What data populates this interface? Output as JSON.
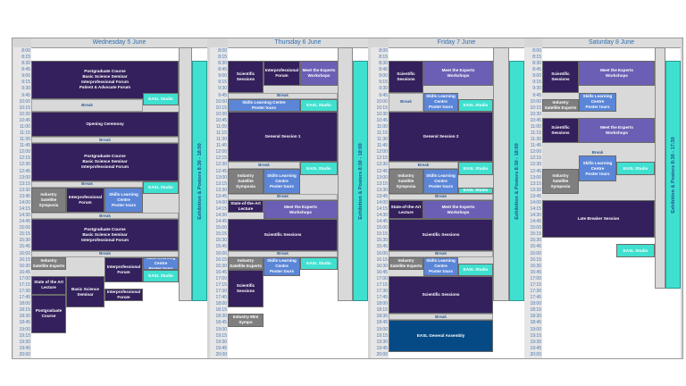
{
  "times": [
    "8:00",
    "8:15",
    "8:30",
    "8:45",
    "9:00",
    "9:15",
    "9:30",
    "9:45",
    "10:00",
    "10:15",
    "10:30",
    "10:45",
    "11:00",
    "11:15",
    "11:30",
    "11:45",
    "12:00",
    "12:15",
    "12:30",
    "12:45",
    "13:00",
    "13:15",
    "13:30",
    "13:45",
    "14:00",
    "14:15",
    "14:30",
    "14:45",
    "15:00",
    "15:15",
    "15:30",
    "15:45",
    "16:00",
    "16:15",
    "16:30",
    "16:45",
    "17:00",
    "17:15",
    "17:30",
    "17:45",
    "18:00",
    "18:15",
    "18:30",
    "18:45",
    "19:00",
    "19:15",
    "19:30",
    "19:45",
    "20:00"
  ],
  "colors": {
    "core": "#33205c",
    "workshop": "#6b5fb5",
    "tour": "#5b86d8",
    "studio": "#3fe0cf",
    "industry": "#7f7f7f",
    "break": "#d9d9d9",
    "assembly": "#064a85",
    "time_text": "#4a74b0"
  },
  "days": [
    {
      "title": "Wednesday 5 June",
      "exhibition": "Exhibition & Posters 8:30 - 18:00",
      "sessions": [
        {
          "label": "Postgraduate Course\nBasic Science Seminar\nInterprofessional Forum\nPatient & Advocate Forum",
          "start": "8:30",
          "end": "10:00",
          "type": "core"
        },
        {
          "label": "EASL Studio",
          "start": "9:45",
          "end": "10:15",
          "type": "studio"
        },
        {
          "label": "Break",
          "start": "10:00",
          "end": "10:30",
          "type": "break"
        },
        {
          "label": "Opening Ceremony",
          "start": "10:30",
          "end": "11:30",
          "type": "core"
        },
        {
          "label": "Break",
          "start": "11:30",
          "end": "11:45",
          "type": "break"
        },
        {
          "label": "Postgraduate Course\nBasic Science Seminar\nInterprofessional Forum",
          "start": "11:45",
          "end": "13:15",
          "type": "core"
        },
        {
          "label": "Break",
          "start": "13:15",
          "end": "13:30",
          "type": "break"
        },
        {
          "label": "EASL Studio",
          "start": "13:15",
          "end": "13:45",
          "type": "studio"
        },
        {
          "label": "Industry\nSatellite\nSymposia",
          "start": "13:30",
          "end": "14:30",
          "type": "industry"
        },
        {
          "label": "Interprofessional\nForum",
          "start": "13:30",
          "end": "14:30",
          "type": "core"
        },
        {
          "label": "Skills Learning\nCentre\nPoster tours",
          "start": "13:30",
          "end": "14:30",
          "type": "tour"
        },
        {
          "label": "Break",
          "start": "14:30",
          "end": "14:45",
          "type": "break"
        },
        {
          "label": "Postgraduate Course\nBasic Science Seminar\nInterprofessional Forum",
          "start": "14:45",
          "end": "16:00",
          "type": "core"
        },
        {
          "label": "Break",
          "start": "16:00",
          "end": "16:15",
          "type": "break"
        },
        {
          "label": "Industry\nSatellite Experts",
          "start": "16:15",
          "end": "16:45",
          "type": "industry"
        },
        {
          "label": "Interprofessional\nForum",
          "start": "16:15",
          "end": "17:15",
          "type": "core"
        },
        {
          "label": "Skills Learning\nCentre\nPoster tours",
          "start": "16:15",
          "end": "16:45",
          "type": "tour"
        },
        {
          "label": "EASL Studio",
          "start": "16:45",
          "end": "17:15",
          "type": "studio"
        },
        {
          "label": "State of the Art\nLecture",
          "start": "17:00",
          "end": "17:45",
          "type": "core"
        },
        {
          "label": "Basic Science\nSeminar",
          "start": "17:00",
          "end": "18:15",
          "type": "core"
        },
        {
          "label": "Interprofessional\nForum",
          "start": "17:30",
          "end": "18:00",
          "type": "core"
        },
        {
          "label": "Postgraduate\nCourse",
          "start": "17:45",
          "end": "19:15",
          "type": "core"
        }
      ]
    },
    {
      "title": "Thursday 6 June",
      "exhibition": "Exhibition & Posters 8:30 - 18:00",
      "sessions": [
        {
          "label": "Scientific\nSessions",
          "start": "8:30",
          "end": "9:45",
          "type": "core"
        },
        {
          "label": "Interprofessional\nForum",
          "start": "8:30",
          "end": "9:30",
          "type": "core"
        },
        {
          "label": "Meet the Experts\nWorkshops",
          "start": "8:30",
          "end": "9:30",
          "type": "workshop"
        },
        {
          "label": "Break",
          "start": "9:45",
          "end": "10:00",
          "type": "break"
        },
        {
          "label": "Skills Learning Centre\nPoster tours",
          "start": "10:00",
          "end": "10:30",
          "type": "tour"
        },
        {
          "label": "EASL Studio",
          "start": "10:00",
          "end": "10:30",
          "type": "studio"
        },
        {
          "label": "General Session 1",
          "start": "10:30",
          "end": "12:30",
          "type": "core"
        },
        {
          "label": "Break",
          "start": "12:30",
          "end": "12:45",
          "type": "break"
        },
        {
          "label": "EASL Studio",
          "start": "12:30",
          "end": "13:00",
          "type": "studio"
        },
        {
          "label": "Industry\nSatellite\nSymposia",
          "start": "12:45",
          "end": "13:45",
          "type": "industry"
        },
        {
          "label": "Skills Learning\nCentre\nPoster tours",
          "start": "12:45",
          "end": "13:45",
          "type": "tour"
        },
        {
          "label": "Break",
          "start": "13:45",
          "end": "14:00",
          "type": "break"
        },
        {
          "label": "State-of-the-Art\nLecture",
          "start": "14:00",
          "end": "14:30",
          "type": "core"
        },
        {
          "label": "Meet the Experts\nWorkshops",
          "start": "14:00",
          "end": "14:45",
          "type": "workshop"
        },
        {
          "label": "Scientific Sessions",
          "start": "14:45",
          "end": "16:00",
          "type": "core"
        },
        {
          "label": "Break",
          "start": "16:00",
          "end": "16:15",
          "type": "break"
        },
        {
          "label": "Industry\nSatellite Experts",
          "start": "16:15",
          "end": "16:45",
          "type": "industry"
        },
        {
          "label": "Skills Learning\nCentre\nPoster tours",
          "start": "16:15",
          "end": "17:00",
          "type": "tour"
        },
        {
          "label": "EASL Studio",
          "start": "16:15",
          "end": "16:45",
          "type": "studio"
        },
        {
          "label": "Scientific\nSessions",
          "start": "16:45",
          "end": "18:15",
          "type": "core"
        },
        {
          "label": "Industry Mini\nSympo",
          "start": "18:30",
          "end": "19:00",
          "type": "industry"
        }
      ]
    },
    {
      "title": "Friday 7 June",
      "exhibition": "Exhibition & Posters 8:30 - 18:00",
      "sessions": [
        {
          "label": "Scientific\nSessions",
          "start": "8:30",
          "end": "9:45",
          "type": "core"
        },
        {
          "label": "Meet the Experts\nWorkshops",
          "start": "8:30",
          "end": "9:30",
          "type": "workshop"
        },
        {
          "label": "Break",
          "start": "9:45",
          "end": "10:30",
          "type": "break"
        },
        {
          "label": "Skills Learning\nCentre\nPoster tours",
          "start": "9:45",
          "end": "10:30",
          "type": "tour"
        },
        {
          "label": "EASL Studio",
          "start": "10:00",
          "end": "10:30",
          "type": "studio"
        },
        {
          "label": "General Session 2",
          "start": "10:30",
          "end": "12:30",
          "type": "core"
        },
        {
          "label": "Break",
          "start": "12:30",
          "end": "12:45",
          "type": "break"
        },
        {
          "label": "EASL Studio",
          "start": "12:30",
          "end": "13:00",
          "type": "studio"
        },
        {
          "label": "Industry\nSatellite\nSymposia",
          "start": "12:45",
          "end": "13:45",
          "type": "industry"
        },
        {
          "label": "Skills Learning\nCentre\nPoster tours",
          "start": "12:45",
          "end": "13:45",
          "type": "tour"
        },
        {
          "label": "EASL Studio",
          "start": "13:30",
          "end": "13:45",
          "type": "studio"
        },
        {
          "label": "Break",
          "start": "13:45",
          "end": "14:00",
          "type": "break"
        },
        {
          "label": "State-of-the-Art\nLecture",
          "start": "14:00",
          "end": "14:45",
          "type": "core"
        },
        {
          "label": "Meet the Experts\nWorkshops",
          "start": "14:00",
          "end": "14:45",
          "type": "workshop"
        },
        {
          "label": "Scientific Sessions",
          "start": "14:45",
          "end": "16:00",
          "type": "core"
        },
        {
          "label": "Break",
          "start": "16:00",
          "end": "16:15",
          "type": "break"
        },
        {
          "label": "Industry\nSatellite Experts",
          "start": "16:15",
          "end": "16:45",
          "type": "industry"
        },
        {
          "label": "Skills Learning\nCentre\nPoster tours",
          "start": "16:15",
          "end": "17:00",
          "type": "tour"
        },
        {
          "label": "EASL Studio",
          "start": "16:30",
          "end": "17:00",
          "type": "studio"
        },
        {
          "label": "Scientific Sessions",
          "start": "17:00",
          "end": "18:30",
          "type": "core"
        },
        {
          "label": "Break",
          "start": "18:30",
          "end": "18:45",
          "type": "break"
        },
        {
          "label": "EASL General Assembly",
          "start": "18:45",
          "end": "20:00",
          "type": "assembly"
        }
      ]
    },
    {
      "title": "Saturday 8 June",
      "exhibition": "Exhibition & Posters 8:30 - 17:30",
      "break_label": "Break",
      "sessions": [
        {
          "label": "Scientific\nSessions",
          "start": "8:30",
          "end": "9:45",
          "type": "core"
        },
        {
          "label": "Meet the Experts\nWorkshops",
          "start": "8:30",
          "end": "9:30",
          "type": "workshop"
        },
        {
          "label": "Industry\nSatellite Experts",
          "start": "10:00",
          "end": "10:30",
          "type": "industry"
        },
        {
          "label": "Skills Learning\nCentre\nPoster tours",
          "start": "9:45",
          "end": "10:30",
          "type": "tour"
        },
        {
          "label": "Scientific\nSessions",
          "start": "10:45",
          "end": "11:45",
          "type": "core"
        },
        {
          "label": "Meet the Experts\nWorkshops",
          "start": "10:45",
          "end": "11:45",
          "type": "workshop"
        },
        {
          "label": "Skills Learning\nCentre\nPoster tours",
          "start": "12:15",
          "end": "13:15",
          "type": "tour"
        },
        {
          "label": "EASL Studio",
          "start": "12:30",
          "end": "13:00",
          "type": "studio"
        },
        {
          "label": "Industry\nSatellite\nSymposia",
          "start": "12:45",
          "end": "13:45",
          "type": "industry"
        },
        {
          "label": "Late Breaker Session",
          "start": "14:00",
          "end": "15:30",
          "type": "core"
        },
        {
          "label": "EASL Studio",
          "start": "15:45",
          "end": "16:15",
          "type": "studio"
        }
      ]
    }
  ]
}
